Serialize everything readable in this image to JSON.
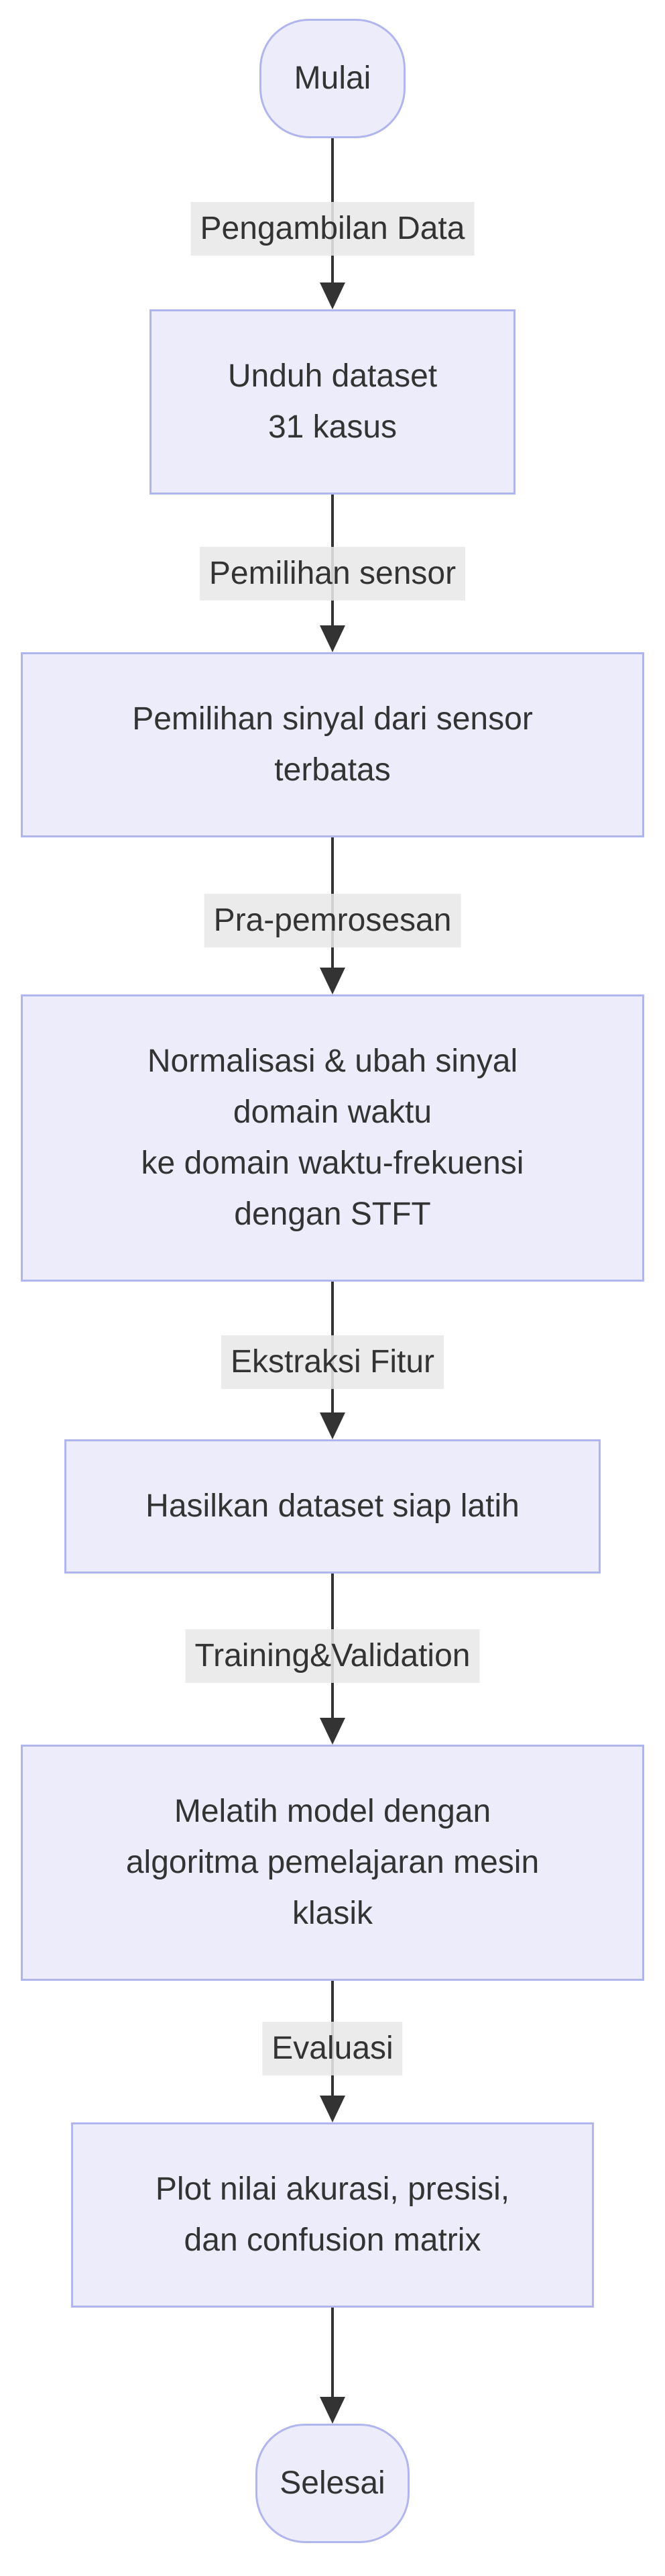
{
  "flowchart": {
    "background": "#ffffff",
    "colors": {
      "node_fill": "#ECECFB",
      "node_border": "#B1B5EE",
      "text": "#333333",
      "edge": "#333333",
      "edge_label_bg": "#E8E8E8"
    },
    "nodes": [
      {
        "id": "start",
        "shape": "stadium",
        "label": "Mulai"
      },
      {
        "id": "download-dataset",
        "shape": "rect",
        "label": "Unduh dataset\n31 kasus"
      },
      {
        "id": "signal-selection",
        "shape": "rect",
        "label": "Pemilihan sinyal dari sensor\nterbatas"
      },
      {
        "id": "normalization-stft",
        "shape": "rect",
        "label": "Normalisasi & ubah sinyal\ndomain waktu\nke domain waktu-frekuensi\ndengan STFT"
      },
      {
        "id": "dataset-ready",
        "shape": "rect",
        "label": "Hasilkan dataset siap latih"
      },
      {
        "id": "train-model",
        "shape": "rect",
        "label": "Melatih model dengan\nalgoritma pemelajaran mesin\nklasik"
      },
      {
        "id": "plot-results",
        "shape": "rect",
        "label": "Plot nilai akurasi, presisi,\ndan confusion matrix"
      },
      {
        "id": "end",
        "shape": "stadium",
        "label": "Selesai"
      }
    ],
    "edges": [
      {
        "from": "start",
        "to": "download-dataset",
        "label": "Pengambilan Data"
      },
      {
        "from": "download-dataset",
        "to": "signal-selection",
        "label": "Pemilihan sensor"
      },
      {
        "from": "signal-selection",
        "to": "normalization-stft",
        "label": "Pra-pemrosesan"
      },
      {
        "from": "normalization-stft",
        "to": "dataset-ready",
        "label": "Ekstraksi Fitur"
      },
      {
        "from": "dataset-ready",
        "to": "train-model",
        "label": "Training&Validation"
      },
      {
        "from": "train-model",
        "to": "plot-results",
        "label": "Evaluasi"
      },
      {
        "from": "plot-results",
        "to": "end",
        "label": ""
      }
    ]
  }
}
